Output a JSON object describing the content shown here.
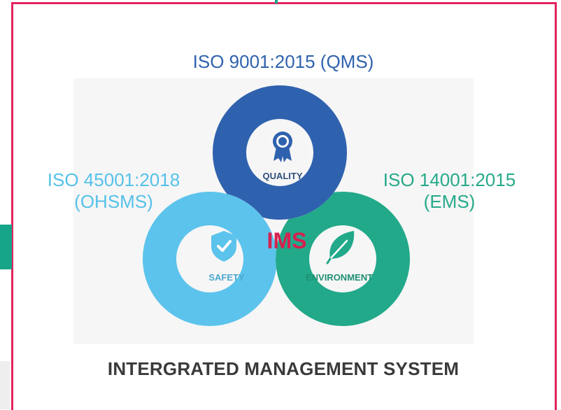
{
  "standards": {
    "qms": "ISO 9001:2015 (QMS)",
    "ohsms_line1": "ISO 45001:2018",
    "ohsms_line2": "(OHSMS)",
    "ems_line1": "ISO 14001:2015",
    "ems_line2": "(EMS)"
  },
  "rings": {
    "quality": "QUALITY",
    "safety": "SAFETY",
    "environment": "ENVIRONMENT",
    "center": "IMS"
  },
  "footer": "INTERGRATED MANAGEMENT SYSTEM",
  "colors": {
    "quality": "#2f62ae",
    "safety": "#5cc3ec",
    "environment": "#22a98a",
    "center_text": "#d6214f",
    "frame": "#e0245e"
  },
  "icons": {
    "quality": "award-ribbon-icon",
    "safety": "shield-check-icon",
    "environment": "leaf-icon"
  }
}
